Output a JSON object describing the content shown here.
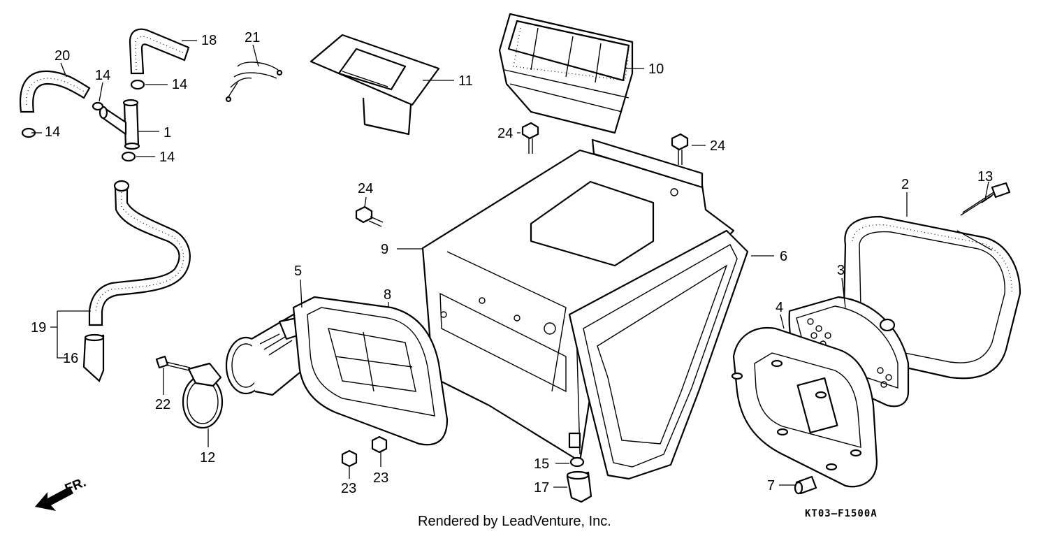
{
  "diagram": {
    "callouts": {
      "c1": "1",
      "c2": "2",
      "c3": "3",
      "c4": "4",
      "c5": "5",
      "c6": "6",
      "c7": "7",
      "c8": "8",
      "c9": "9",
      "c10": "10",
      "c11": "11",
      "c12": "12",
      "c13": "13",
      "c14a": "14",
      "c14b": "14",
      "c14c": "14",
      "c14d": "14",
      "c15": "15",
      "c16": "16",
      "c17": "17",
      "c18": "18",
      "c19": "19",
      "c20": "20",
      "c21": "21",
      "c22": "22",
      "c23a": "23",
      "c23b": "23",
      "c24a": "24",
      "c24b": "24",
      "c24c": "24"
    },
    "direction_label": "FR.",
    "footer_credit": "Rendered by LeadVenture, Inc.",
    "diagram_code": "KT03—F1500A"
  }
}
